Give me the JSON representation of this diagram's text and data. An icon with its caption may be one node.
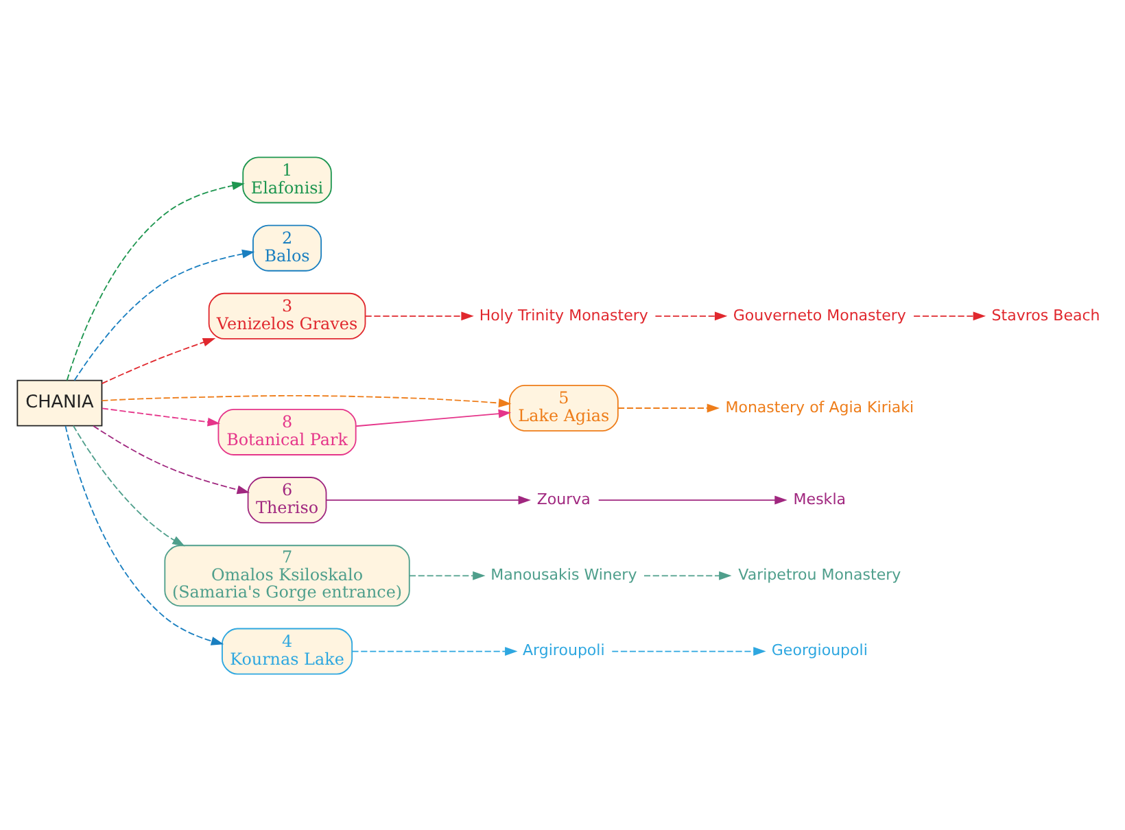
{
  "diagram": {
    "nodes": [
      {
        "text": [
          "CHANIA"
        ]
      },
      {
        "text": [
          "1",
          "Elafonisi"
        ]
      },
      {
        "text": [
          "2",
          "Balos"
        ]
      },
      {
        "text": [
          "3",
          "Venizelos Graves"
        ]
      },
      {
        "text": [
          "Stavros Beach"
        ]
      },
      {
        "text": [
          "Gouverneto Monastery"
        ]
      },
      {
        "text": [
          "Holy Trinity Monastery"
        ]
      },
      {
        "text": [
          "5",
          "Lake Agias"
        ]
      },
      {
        "text": [
          "Monastery of Agia Kiriaki"
        ]
      },
      {
        "text": [
          "8",
          "Botanical Park"
        ]
      },
      {
        "text": [
          "Manousakis Winery"
        ]
      },
      {
        "text": [
          "Varipetrou Monastery"
        ]
      },
      {
        "text": [
          "6",
          "Theriso"
        ]
      },
      {
        "text": [
          "Meskla"
        ]
      },
      {
        "text": [
          "Zourva"
        ]
      },
      {
        "text": [
          "7",
          "Omalos Ksiloskalo",
          "(Samaria's Gorge entrance)"
        ]
      },
      {
        "text": [
          "4",
          "Kournas Lake"
        ]
      },
      {
        "text": [
          "Georgioupoli"
        ]
      },
      {
        "text": [
          "Argiroupoli"
        ]
      }
    ],
    "edges": [
      {
        "from": 0,
        "to": 2,
        "arrow": "to",
        "style": "dashed",
        "color": "#1a7fc0"
      },
      {
        "from": 0,
        "to": 3,
        "arrow": "to",
        "style": "dashed",
        "color": "#e0282e"
      },
      {
        "from": 3,
        "to": 6,
        "arrow": "to",
        "style": "dashed",
        "color": "#e0282e"
      },
      {
        "from": 6,
        "to": 5,
        "arrow": "to",
        "style": "dashed",
        "color": "#e0282e"
      },
      {
        "from": 5,
        "to": 4,
        "arrow": "to",
        "style": "dashed",
        "color": "#e0282e"
      },
      {
        "from": 0,
        "to": 1,
        "arrow": "to",
        "style": "dashed",
        "color": "#1e9650"
      },
      {
        "from": 0,
        "to": 7,
        "arrow": "to",
        "style": "dashed",
        "color": "#ee7d1a"
      },
      {
        "from": 7,
        "to": 8,
        "arrow": "to",
        "style": "dashed",
        "color": "#ee7d1a"
      },
      {
        "from": 0,
        "to": 9,
        "arrow": "to",
        "style": "dashed",
        "color": "#e5358a"
      },
      {
        "from": 9,
        "to": 7,
        "arrow": "to",
        "color": "#e5358a"
      },
      {
        "from": 0,
        "to": 15,
        "arrow": "to",
        "style": "dashed",
        "color": "#4f9f8c"
      },
      {
        "from": 15,
        "to": 10,
        "arrow": "to",
        "style": "dashed",
        "color": "#4f9f8c"
      },
      {
        "from": 10,
        "to": 11,
        "arrow": "to",
        "style": "dashed",
        "color": "#4f9f8c"
      },
      {
        "from": 0,
        "to": 12,
        "arrow": "to",
        "style": "dashed",
        "color": "#a0277f"
      },
      {
        "from": 12,
        "to": 14,
        "arrow": "to",
        "color": "#a0277f"
      },
      {
        "from": 14,
        "to": 13,
        "arrow": "to",
        "color": "#a0277f"
      },
      {
        "from": 0,
        "to": 16,
        "arrow": "to",
        "style": "dashed",
        "color": "#1a7fc0"
      },
      {
        "from": 16,
        "to": 18,
        "arrow": "to",
        "style": "dashed",
        "color": "#2ea7e0"
      },
      {
        "from": 18,
        "to": 17,
        "arrow": "to",
        "style": "dashed",
        "color": "#2ea7e0"
      }
    ]
  }
}
